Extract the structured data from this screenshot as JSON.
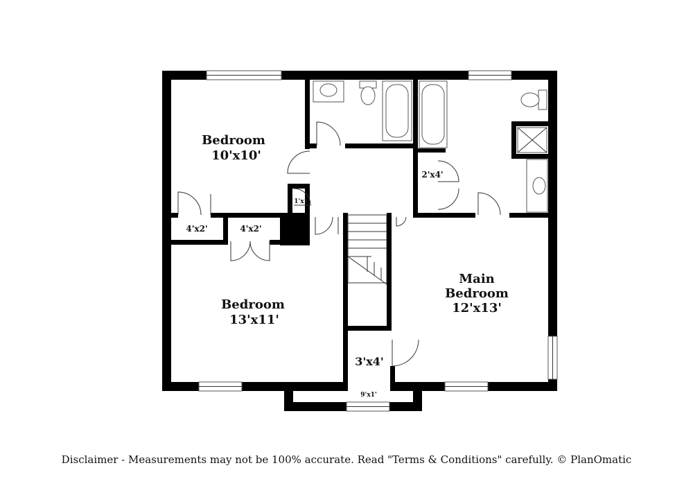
{
  "rooms": {
    "bedroom_top_name": "Bedroom",
    "bedroom_top_size": "10'x10'",
    "bedroom_bottom_name": "Bedroom",
    "bedroom_bottom_size": "13'x11'",
    "main_bedroom_name_1": "Main",
    "main_bedroom_name_2": "Bedroom",
    "main_bedroom_size": "12'x13'",
    "closet_left_1": "4'x2'",
    "closet_left_2": "4'x2'",
    "closet_linen": "1'x1'",
    "closet_main": "2'x4'",
    "landing": "3'x4'",
    "nook": "9'x1'"
  },
  "footer": {
    "disclaimer": "Disclaimer - Measurements may not be 100% accurate. Read \"Terms & Conditions\" carefully. © PlanOmatic"
  }
}
